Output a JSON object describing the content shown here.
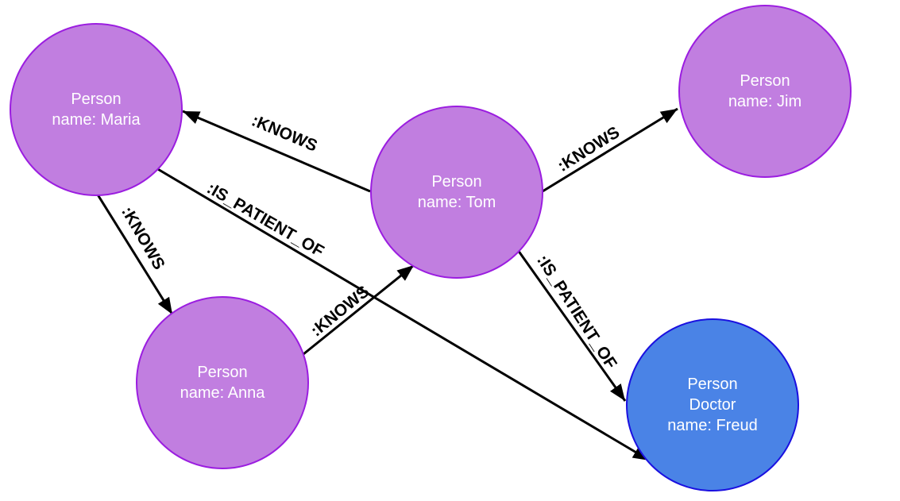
{
  "colors": {
    "person_fill": "#c17ee0",
    "person_stroke": "#9b1de0",
    "doctor_fill": "#4a83e6",
    "doctor_stroke": "#1a10e0",
    "edge": "#000000",
    "label_text": "#ffffff"
  },
  "nodes": [
    {
      "id": "maria",
      "type": "person",
      "lines": [
        "Person",
        "name: Maria"
      ]
    },
    {
      "id": "tom",
      "type": "person",
      "lines": [
        "Person",
        "name: Tom"
      ]
    },
    {
      "id": "jim",
      "type": "person",
      "lines": [
        "Person",
        "name: Jim"
      ]
    },
    {
      "id": "anna",
      "type": "person",
      "lines": [
        "Person",
        "name: Anna"
      ]
    },
    {
      "id": "freud",
      "type": "doctor",
      "lines": [
        "Person",
        "Doctor",
        "name: Freud"
      ]
    }
  ],
  "edges": [
    {
      "id": "tom-knows-maria",
      "from": "tom",
      "to": "maria",
      "label": ":KNOWS"
    },
    {
      "id": "tom-knows-jim",
      "from": "tom",
      "to": "jim",
      "label": ":KNOWS"
    },
    {
      "id": "maria-knows-anna",
      "from": "maria",
      "to": "anna",
      "label": ":KNOWS"
    },
    {
      "id": "anna-knows-tom",
      "from": "anna",
      "to": "tom",
      "label": ":KNOWS"
    },
    {
      "id": "maria-patient-freud",
      "from": "maria",
      "to": "freud",
      "label": ":IS_PATIENT_OF"
    },
    {
      "id": "tom-patient-freud",
      "from": "tom",
      "to": "freud",
      "label": ":IS_PATIENT_OF"
    }
  ]
}
